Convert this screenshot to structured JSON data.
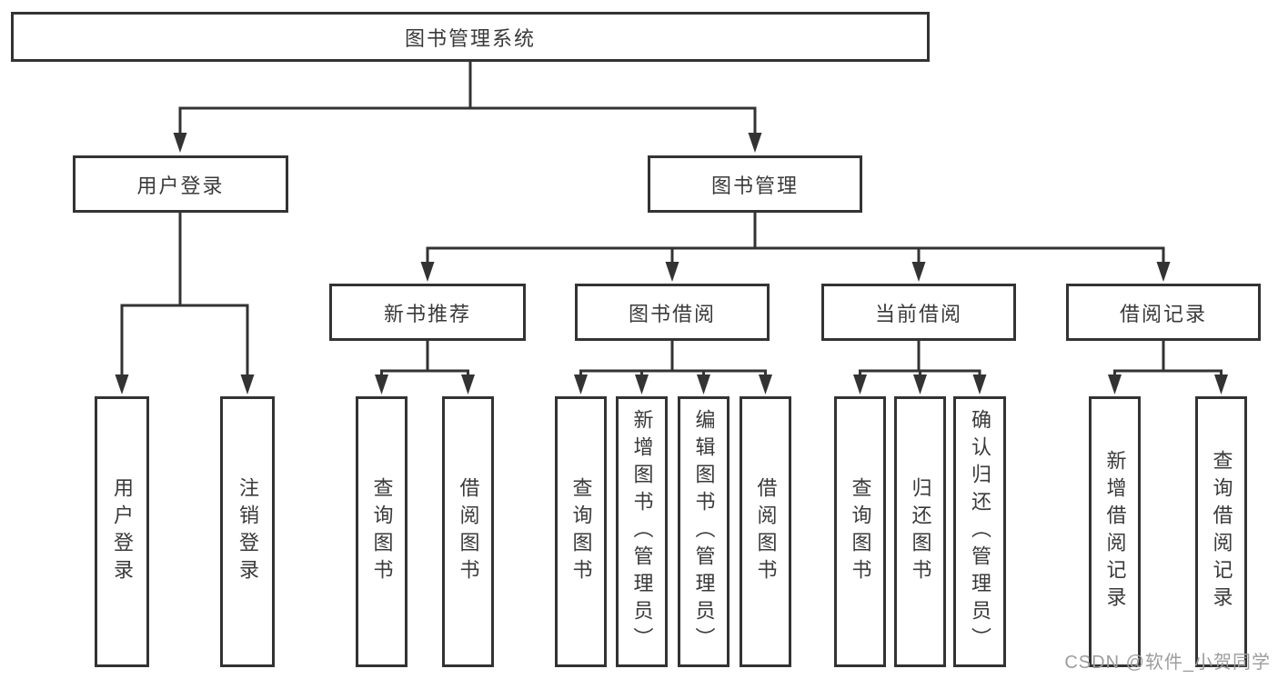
{
  "diagram": {
    "type": "tree",
    "root": {
      "label": "图书管理系统"
    },
    "branches": [
      {
        "label": "用户登录",
        "children": [
          {
            "label": "用户登录"
          },
          {
            "label": "注销登录"
          }
        ]
      },
      {
        "label": "图书管理",
        "children": [
          {
            "label": "新书推荐",
            "children": [
              {
                "label": "查询图书"
              },
              {
                "label": "借阅图书"
              }
            ]
          },
          {
            "label": "图书借阅",
            "children": [
              {
                "label": "查询图书"
              },
              {
                "label": "新增图书（管理员）"
              },
              {
                "label": "编辑图书（管理员）"
              },
              {
                "label": "借阅图书"
              }
            ]
          },
          {
            "label": "当前借阅",
            "children": [
              {
                "label": "查询图书"
              },
              {
                "label": "归还图书"
              },
              {
                "label": "确认归还（管理员）"
              }
            ]
          },
          {
            "label": "借阅记录",
            "children": [
              {
                "label": "新增借阅记录"
              },
              {
                "label": "查询借阅记录"
              }
            ]
          }
        ]
      }
    ]
  },
  "watermark": {
    "label": "CSDN @软件_小贺同学"
  },
  "colors": {
    "line": "#333333",
    "box_border": "#333333",
    "text": "#3a3a3a",
    "watermark": "#9d9d9d",
    "background": "#ffffff"
  }
}
